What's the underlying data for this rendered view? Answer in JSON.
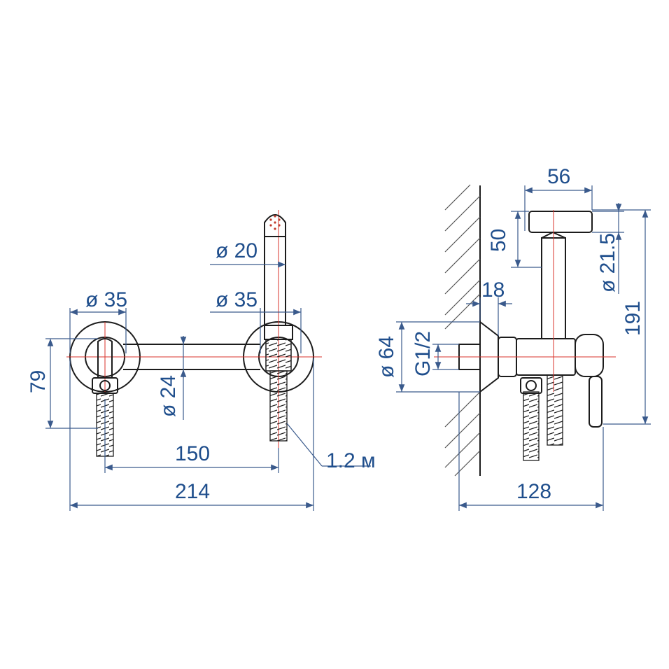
{
  "colors": {
    "outline": "#1c1c1c",
    "dimension": "#3a5a8c",
    "label": "#1f4e8c",
    "centerline": "#d9332b"
  },
  "front_view": {
    "dim_diameter_left": "ø 35",
    "dim_diameter_head": "ø 20",
    "dim_diameter_right": "ø 35",
    "dim_diameter_pipe": "ø 24",
    "dim_height": "79",
    "dim_spacing": "150",
    "dim_total_width": "214",
    "hose_length": "1.2 м"
  },
  "side_view": {
    "dim_nozzle_length": "56",
    "dim_nozzle_height": "50",
    "dim_nozzle_diameter": "ø 21.5",
    "dim_total_height": "191",
    "dim_flange_depth": "18",
    "dim_flange_diameter": "ø 64",
    "dim_thread": "G1/2",
    "dim_total_depth": "128"
  }
}
